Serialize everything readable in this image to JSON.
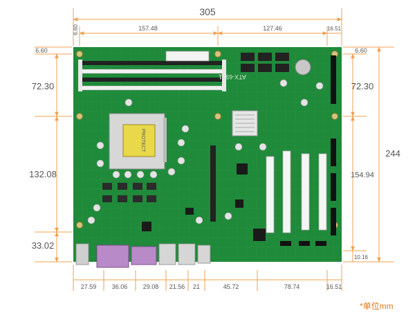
{
  "colors": {
    "dimension": "#f0a050",
    "dimension_text": "#555555",
    "pcb": "#1f8a3a",
    "pcb_dark": "#136b2a",
    "note": "#e07a1e"
  },
  "top_dims": {
    "overall": "305",
    "left_margin": "6.60",
    "span_a": "157.48",
    "span_b": "127.46",
    "right_margin": "16.51"
  },
  "left_dims": {
    "top_offset": "6.60",
    "seg1": "72.30",
    "seg2": "132.08",
    "seg3": "33.02"
  },
  "right_dims": {
    "top_offset": "6.60",
    "seg1": "72.30",
    "seg2": "154.94",
    "seg3": "10.16",
    "overall": "244"
  },
  "bottom_dims": [
    "27.59",
    "36.06",
    "29.08",
    "21.56",
    "21",
    "45.72",
    "78.74",
    "16.51"
  ],
  "board_text": {
    "model": "ATX-6931",
    "cpu_label": "PROTECT"
  },
  "unit_note": "*单位mm"
}
